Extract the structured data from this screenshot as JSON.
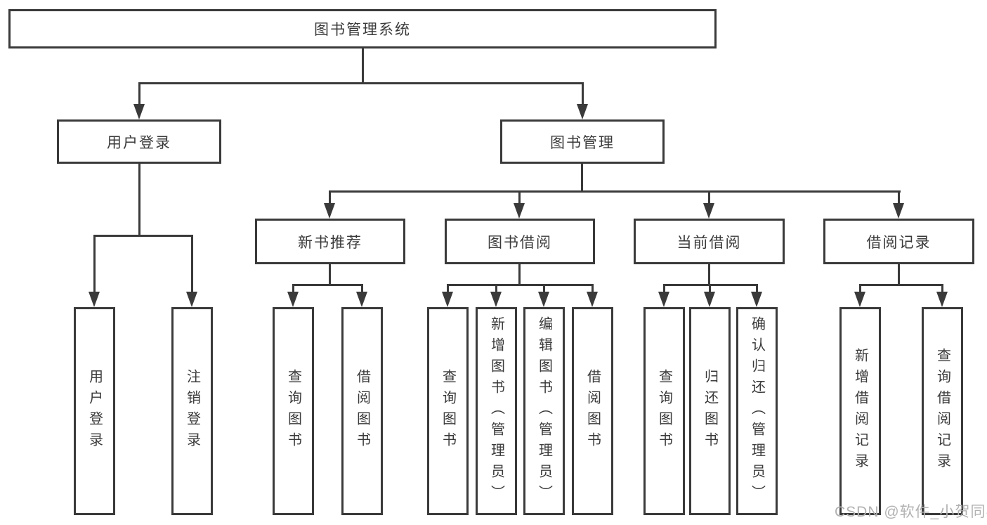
{
  "tree": {
    "root": "图书管理系统",
    "children": [
      {
        "label": "用户登录",
        "children": [
          {
            "label": "用户登录"
          },
          {
            "label": "注销登录"
          }
        ]
      },
      {
        "label": "图书管理",
        "children": [
          {
            "label": "新书推荐",
            "children": [
              {
                "label": "查询图书"
              },
              {
                "label": "借阅图书"
              }
            ]
          },
          {
            "label": "图书借阅",
            "children": [
              {
                "label": "查询图书"
              },
              {
                "label": "新增图书（管理员）"
              },
              {
                "label": "编辑图书（管理员）"
              },
              {
                "label": "借阅图书"
              }
            ]
          },
          {
            "label": "当前借阅",
            "children": [
              {
                "label": "查询图书"
              },
              {
                "label": "归还图书"
              },
              {
                "label": "确认归还（管理员）"
              }
            ]
          },
          {
            "label": "借阅记录",
            "children": [
              {
                "label": "新增借阅记录"
              },
              {
                "label": "查询借阅记录"
              }
            ]
          }
        ]
      }
    ]
  },
  "watermark": {
    "text": "CSDN @软件_小贺同学"
  },
  "colors": {
    "line": "#3a3a3a",
    "box_fill": "#ffffff",
    "text": "#3a3a3a",
    "watermark": "#b2b2b2"
  }
}
